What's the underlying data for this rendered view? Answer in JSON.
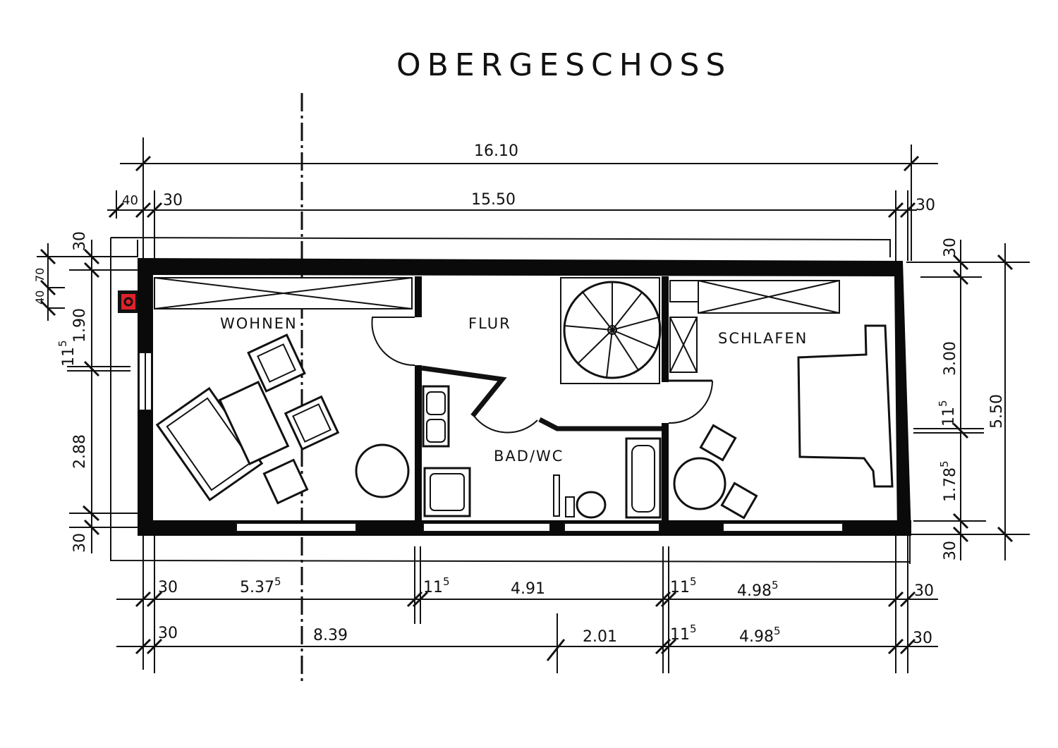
{
  "title": "OBERGESCHOSS",
  "rooms": {
    "wohnen": "WOHNEN",
    "flur": "FLUR",
    "schlafen": "SCHLAFEN",
    "bad": "BAD/WC"
  },
  "dimensions": {
    "top": {
      "overall": "16.10",
      "inner": "15.50",
      "left_chimney": "40",
      "left_wall": "30",
      "right_wall": "30"
    },
    "left": {
      "top_wall": "30",
      "seg_70": "70",
      "seg_40": "40",
      "seg_190": "1.90",
      "seg_115": {
        "main": "11",
        "sup": "5"
      },
      "seg_288": "2.88",
      "bottom_wall": "30"
    },
    "right": {
      "top_wall": "30",
      "seg_300": "3.00",
      "seg_115": {
        "main": "11",
        "sup": "5"
      },
      "seg_178": {
        "main": "1.78",
        "sup": "5"
      },
      "overall": "5.50",
      "bottom_wall": "30"
    },
    "bottom_row1": {
      "wall_left": "30",
      "wohnen": {
        "main": "5.37",
        "sup": "5"
      },
      "wall_a": {
        "main": "11",
        "sup": "5"
      },
      "bad": "4.91",
      "wall_b": {
        "main": "11",
        "sup": "5"
      },
      "schlafen": {
        "main": "4.98",
        "sup": "5"
      },
      "wall_right": "30"
    },
    "bottom_row2": {
      "wall_left": "30",
      "seg_839": "8.39",
      "seg_201": "2.01",
      "wall_b": {
        "main": "11",
        "sup": "5"
      },
      "schlafen": {
        "main": "4.98",
        "sup": "5"
      },
      "wall_right": "30"
    }
  },
  "colors": {
    "chimney": "#e0202a",
    "ink": "#111111"
  }
}
